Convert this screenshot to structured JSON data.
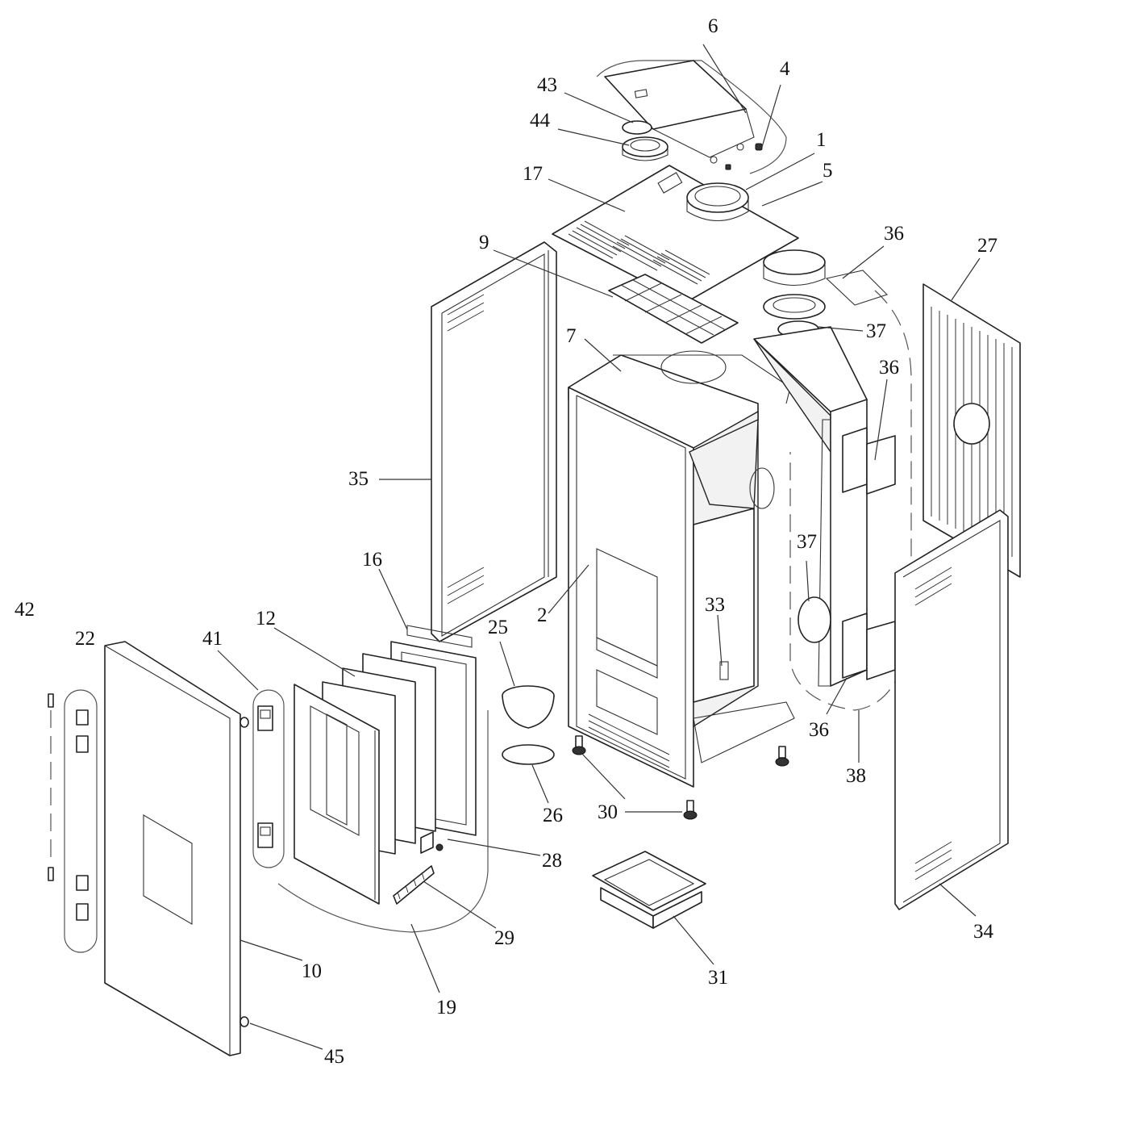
{
  "diagram": {
    "callouts": [
      {
        "id": "c6",
        "label": "6"
      },
      {
        "id": "c4",
        "label": "4"
      },
      {
        "id": "c43",
        "label": "43"
      },
      {
        "id": "c44",
        "label": "44"
      },
      {
        "id": "c1",
        "label": "1"
      },
      {
        "id": "c17",
        "label": "17"
      },
      {
        "id": "c5",
        "label": "5"
      },
      {
        "id": "c36a",
        "label": "36"
      },
      {
        "id": "c27",
        "label": "27"
      },
      {
        "id": "c9",
        "label": "9"
      },
      {
        "id": "c37a",
        "label": "37"
      },
      {
        "id": "c7",
        "label": "7"
      },
      {
        "id": "c36b",
        "label": "36"
      },
      {
        "id": "c35",
        "label": "35"
      },
      {
        "id": "c16",
        "label": "16"
      },
      {
        "id": "c37b",
        "label": "37"
      },
      {
        "id": "c42",
        "label": "42"
      },
      {
        "id": "c12",
        "label": "12"
      },
      {
        "id": "c33",
        "label": "33"
      },
      {
        "id": "c2",
        "label": "2"
      },
      {
        "id": "c25",
        "label": "25"
      },
      {
        "id": "c22",
        "label": "22"
      },
      {
        "id": "c41",
        "label": "41"
      },
      {
        "id": "c36c",
        "label": "36"
      },
      {
        "id": "c38",
        "label": "38"
      },
      {
        "id": "c30",
        "label": "30"
      },
      {
        "id": "c26",
        "label": "26"
      },
      {
        "id": "c28",
        "label": "28"
      },
      {
        "id": "c29",
        "label": "29"
      },
      {
        "id": "c34",
        "label": "34"
      },
      {
        "id": "c10",
        "label": "10"
      },
      {
        "id": "c31",
        "label": "31"
      },
      {
        "id": "c19",
        "label": "19"
      },
      {
        "id": "c45",
        "label": "45"
      }
    ]
  }
}
